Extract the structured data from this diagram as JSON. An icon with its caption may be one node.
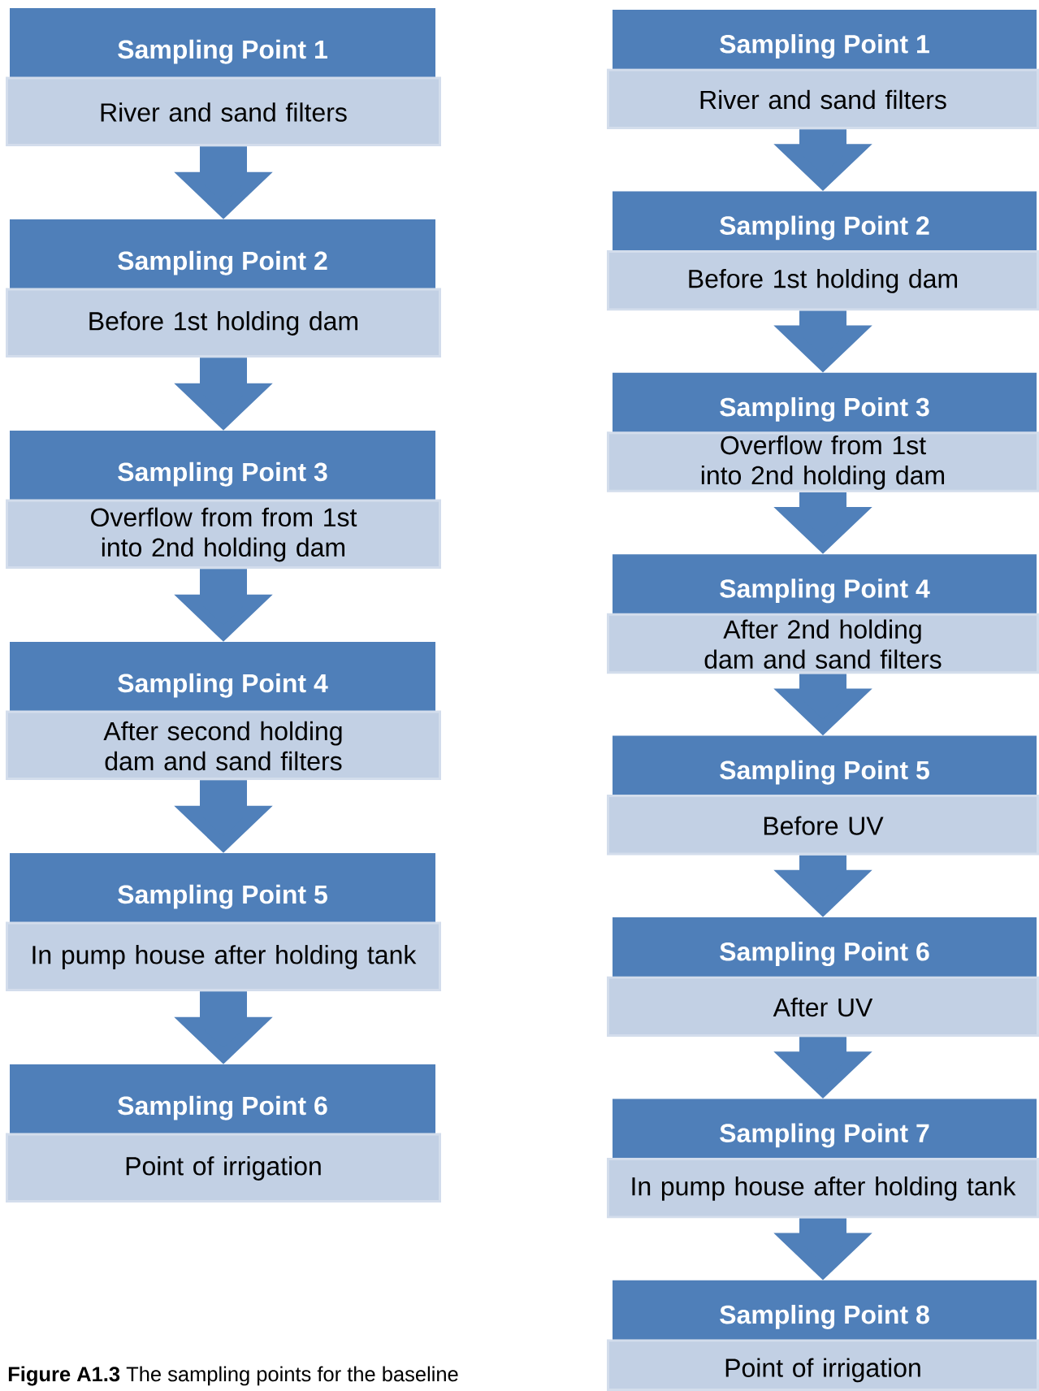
{
  "diagram": {
    "caption": "**Figure A1.3** The sampling points for the baseline",
    "nodes": [
      {
        "text": [
          "Sampling Point 1",
          "River and sand filters"
        ]
      },
      {
        "text": [
          "Sampling Point 2",
          "Before 1st holding dam"
        ]
      },
      {
        "text": [
          "Sampling Point 3",
          "Overflow from from 1st into 2nd holding dam"
        ]
      },
      {
        "text": [
          "Sampling Point 4",
          "After second holding dam and sand filters"
        ]
      },
      {
        "text": [
          "Sampling Point 5",
          "In pump house after holding tank"
        ]
      },
      {
        "text": [
          "Sampling Point 6",
          "Point of irrigation"
        ]
      },
      {
        "text": [
          "Sampling Point 1",
          "River and sand filters"
        ]
      },
      {
        "text": [
          "Sampling Point 2",
          "Before 1st holding dam"
        ]
      },
      {
        "text": [
          "Sampling Point 3",
          "Overflow from 1st into 2nd holding dam"
        ]
      },
      {
        "text": [
          "Sampling Point 4",
          "After 2nd holding dam and sand filters"
        ]
      },
      {
        "text": [
          "Sampling Point 5",
          "Before UV"
        ]
      },
      {
        "text": [
          "Sampling Point 6",
          "After UV"
        ]
      },
      {
        "text": [
          "Sampling Point 7",
          "In pump house after holding tank"
        ]
      },
      {
        "text": [
          "Sampling Point 8",
          "Point of irrigation"
        ]
      }
    ],
    "edges": [
      {
        "from": 0,
        "to": 1,
        "arrow": "to"
      },
      {
        "from": 1,
        "to": 2,
        "arrow": "to"
      },
      {
        "from": 2,
        "to": 3,
        "arrow": "to"
      },
      {
        "from": 3,
        "to": 4,
        "arrow": "to"
      },
      {
        "from": 4,
        "to": 5,
        "arrow": "to"
      },
      {
        "from": 6,
        "to": 7,
        "arrow": "to"
      },
      {
        "from": 7,
        "to": 8,
        "arrow": "to"
      },
      {
        "from": 8,
        "to": 9,
        "arrow": "to"
      },
      {
        "from": 9,
        "to": 10,
        "arrow": "to"
      },
      {
        "from": 10,
        "to": 11,
        "arrow": "to"
      },
      {
        "from": 11,
        "to": 12,
        "arrow": "to"
      },
      {
        "from": 12,
        "to": 13,
        "arrow": "to"
      }
    ]
  }
}
